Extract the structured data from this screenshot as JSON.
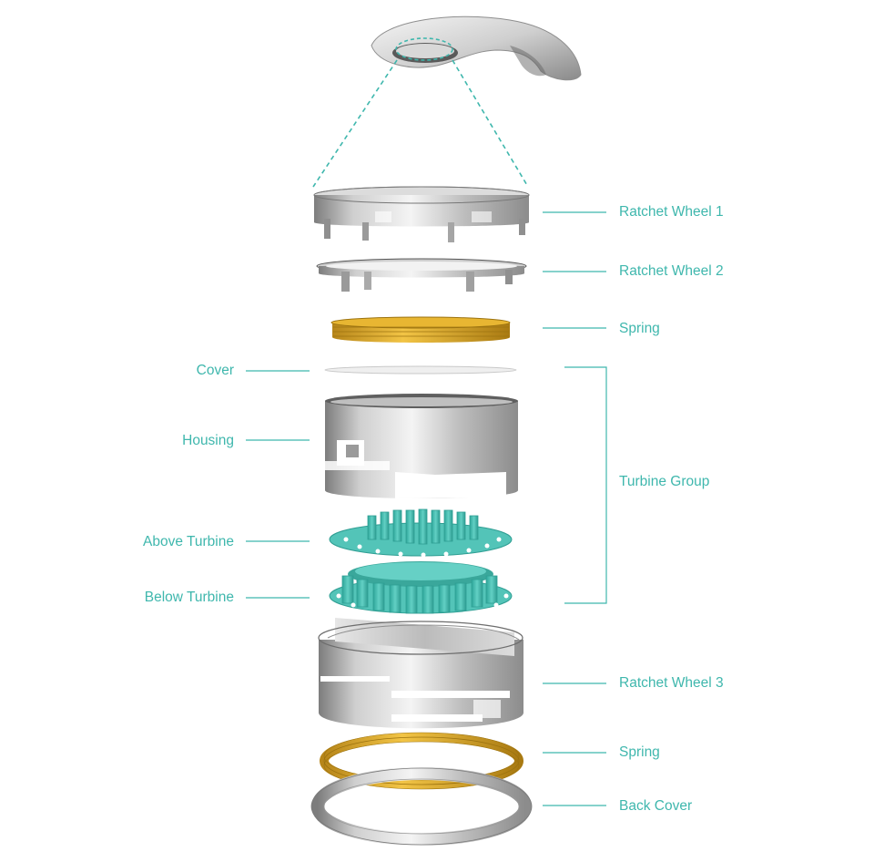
{
  "colors": {
    "accent": "#3fb7ad",
    "metal_light": "#e8e8e8",
    "metal_dark": "#8a8a8a",
    "spring": "#d9a520",
    "turbine": "#4fc3b6"
  },
  "labels_right": {
    "ratchet_wheel_1": "Ratchet Wheel 1",
    "ratchet_wheel_2": "Ratchet Wheel 2",
    "spring_top": "Spring",
    "turbine_group": "Turbine Group",
    "ratchet_wheel_3": "Ratchet Wheel 3",
    "spring_bottom": "Spring",
    "back_cover": "Back Cover"
  },
  "labels_left": {
    "cover": "Cover",
    "housing": "Housing",
    "above_turbine": "Above Turbine",
    "below_turbine": "Below Turbine"
  },
  "icons": {
    "faucet": "faucet-icon"
  }
}
